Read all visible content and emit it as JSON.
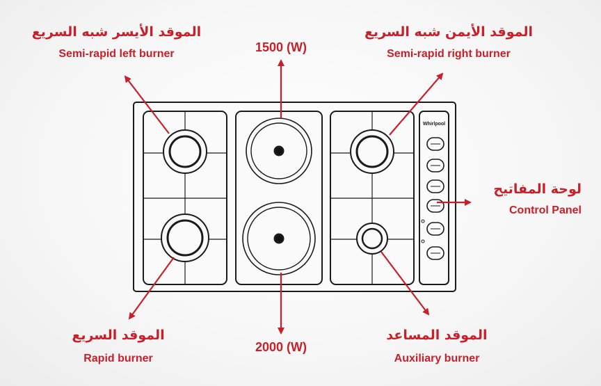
{
  "labels": {
    "left_semi_rapid": {
      "ar": "الموقد الأيسر شبه السريع",
      "en": "Semi-rapid left burner"
    },
    "right_semi_rapid": {
      "ar": "الموقد الأيمن شبه السريع",
      "en": "Semi-rapid right burner"
    },
    "rapid": {
      "ar": "الموقد  السريع",
      "en": "Rapid burner"
    },
    "auxiliary": {
      "ar": "الموقد  المساعد",
      "en": "Auxiliary burner"
    },
    "control_panel": {
      "ar": "لوحة المفاتيح",
      "en": "Control Panel"
    },
    "top_power": "1500 (W)",
    "bottom_power": "2000 (W)"
  },
  "brand": "Whirlpool",
  "colors": {
    "accent": "#c8202a",
    "line": "#1a1a1a"
  },
  "knobs": 6
}
